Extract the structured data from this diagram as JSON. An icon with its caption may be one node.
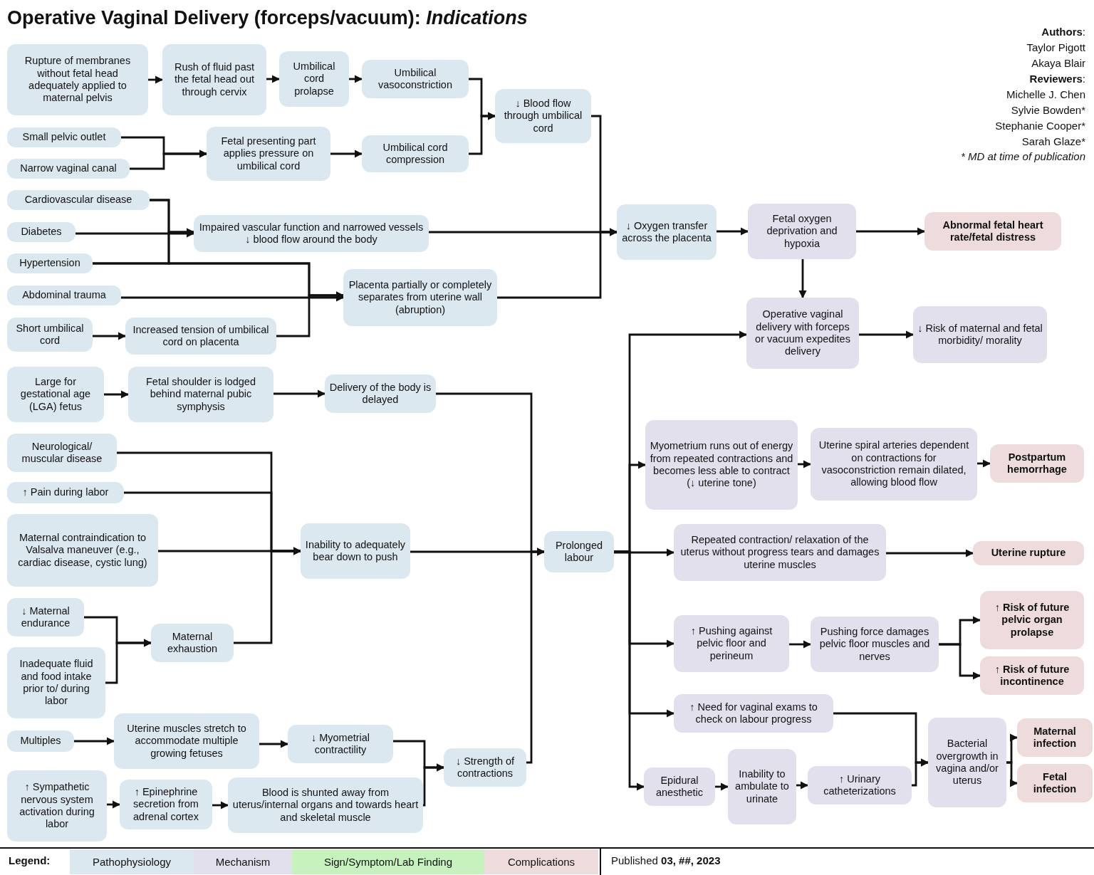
{
  "diagram": {
    "title": "Operative Vaginal Delivery (forceps/vacuum): *Indications*",
    "nodes": [
      {
        "text": [
          "Rupture of membranes without fetal head adequately applied to maternal pelvis"
        ]
      },
      {
        "text": [
          "Rush of fluid past the fetal head out through cervix"
        ]
      },
      {
        "text": [
          "Umbilical cord prolapse"
        ]
      },
      {
        "text": [
          "Umbilical vasoconstriction"
        ]
      },
      {
        "text": [
          "Small pelvic outlet"
        ]
      },
      {
        "text": [
          "Narrow vaginal canal"
        ]
      },
      {
        "text": [
          "Fetal presenting part applies pressure on umbilical cord"
        ]
      },
      {
        "text": [
          "Umbilical cord compression"
        ]
      },
      {
        "text": [
          "↓ Blood flow through umbilical cord"
        ]
      },
      {
        "text": [
          "Cardiovascular disease"
        ]
      },
      {
        "text": [
          "Diabetes"
        ]
      },
      {
        "text": [
          "Hypertension"
        ]
      },
      {
        "text": [
          "Abdominal trauma"
        ]
      },
      {
        "text": [
          "Short umbilical cord"
        ]
      },
      {
        "text": [
          "Increased tension of umbilical cord on placenta"
        ]
      },
      {
        "text": [
          "Impaired vascular function and narrowed vessels ↓ blood flow around the body"
        ]
      },
      {
        "text": [
          "Placenta partially or completely separates from uterine wall (abruption)"
        ]
      },
      {
        "text": [
          "↓ Oxygen transfer across the placenta"
        ]
      },
      {
        "text": [
          "Fetal oxygen deprivation and hypoxia"
        ]
      },
      {
        "text": [
          "Abnormal fetal heart rate/fetal distress"
        ]
      },
      {
        "text": [
          "Operative vaginal delivery with forceps or vacuum expedites delivery"
        ]
      },
      {
        "text": [
          "↓ Risk of maternal and fetal morbidity/ morality"
        ]
      },
      {
        "text": [
          "Large for gestational age (LGA) fetus"
        ]
      },
      {
        "text": [
          "Fetal shoulder is lodged behind maternal pubic symphysis"
        ]
      },
      {
        "text": [
          "Delivery of the body is delayed"
        ]
      },
      {
        "text": [
          "Neurological/ muscular disease"
        ]
      },
      {
        "text": [
          "↑ Pain during labor"
        ]
      },
      {
        "text": [
          "Maternal contraindication to Valsalva maneuver (e.g., cardiac disease, cystic lung)"
        ]
      },
      {
        "text": [
          "Inability to adequately bear down to push"
        ]
      },
      {
        "text": [
          "Prolonged labour"
        ]
      },
      {
        "text": [
          "↓ Maternal endurance"
        ]
      },
      {
        "text": [
          "Inadequate fluid and food intake prior to/ during labor"
        ]
      },
      {
        "text": [
          "Maternal exhaustion"
        ]
      },
      {
        "text": [
          "Multiples"
        ]
      },
      {
        "text": [
          "Uterine muscles stretch to accommodate multiple growing fetuses"
        ]
      },
      {
        "text": [
          "↓ Myometrial contractility"
        ]
      },
      {
        "text": [
          "↑ Sympathetic nervous system activation during labor"
        ]
      },
      {
        "text": [
          "↑ Epinephrine secretion from adrenal cortex"
        ]
      },
      {
        "text": [
          "Blood is shunted away from uterus/internal organs and towards heart and skeletal muscle"
        ]
      },
      {
        "text": [
          "↓ Strength of contractions"
        ]
      },
      {
        "text": [
          "Myometrium runs out of energy from repeated contractions and becomes less able to contract (↓ uterine tone)"
        ]
      },
      {
        "text": [
          "Uterine spiral arteries dependent on contractions for vasoconstriction remain dilated, allowing blood flow"
        ]
      },
      {
        "text": [
          "Postpartum hemorrhage"
        ]
      },
      {
        "text": [
          "Repeated contraction/ relaxation of the uterus without progress tears and damages uterine muscles"
        ]
      },
      {
        "text": [
          "Uterine rupture"
        ]
      },
      {
        "text": [
          "↑ Pushing against pelvic floor and perineum"
        ]
      },
      {
        "text": [
          "Pushing force damages pelvic floor muscles and nerves"
        ]
      },
      {
        "text": [
          "↑ Risk of future pelvic organ prolapse"
        ]
      },
      {
        "text": [
          "↑ Risk of future incontinence"
        ]
      },
      {
        "text": [
          "↑ Need for vaginal exams to check on labour progress"
        ]
      },
      {
        "text": [
          "Epidural anesthetic"
        ]
      },
      {
        "text": [
          "Inability to ambulate to urinate"
        ]
      },
      {
        "text": [
          "↑ Urinary catheterizations"
        ]
      },
      {
        "text": [
          "Bacterial overgrowth in vagina and/or uterus"
        ]
      },
      {
        "text": [
          "Maternal infection"
        ]
      },
      {
        "text": [
          "Fetal infection"
        ]
      }
    ],
    "edges": [
      {
        "from": 0,
        "to": 1,
        "arrow": "to"
      },
      {
        "from": 1,
        "to": 2,
        "arrow": "to"
      },
      {
        "from": 2,
        "to": 3,
        "arrow": "to"
      },
      {
        "from": 3,
        "to": 8,
        "arrow": "to"
      },
      {
        "from": 7,
        "to": 8,
        "arrow": "to"
      },
      {
        "from": 4,
        "to": 6,
        "arrow": "to"
      },
      {
        "from": 5,
        "to": 6,
        "arrow": "to"
      },
      {
        "from": 6,
        "to": 7,
        "arrow": "to"
      },
      {
        "from": 9,
        "to": 15,
        "arrow": "to"
      },
      {
        "from": 9,
        "to": 16,
        "arrow": "to"
      },
      {
        "from": 10,
        "to": 15,
        "arrow": "to"
      },
      {
        "from": 11,
        "to": 15,
        "arrow": "to"
      },
      {
        "from": 11,
        "to": 16,
        "arrow": "to"
      },
      {
        "from": 12,
        "to": 16,
        "arrow": "to"
      },
      {
        "from": 13,
        "to": 14,
        "arrow": "to"
      },
      {
        "from": 14,
        "to": 16,
        "arrow": "to"
      },
      {
        "from": 8,
        "to": 17,
        "arrow": "to"
      },
      {
        "from": 15,
        "to": 17,
        "arrow": "to"
      },
      {
        "from": 16,
        "to": 17,
        "arrow": "to"
      },
      {
        "from": 17,
        "to": 18,
        "arrow": "to"
      },
      {
        "from": 18,
        "to": 19,
        "arrow": "to"
      },
      {
        "from": 18,
        "to": 20,
        "arrow": "to"
      },
      {
        "from": 20,
        "to": 21,
        "arrow": "to"
      },
      {
        "from": 22,
        "to": 23,
        "arrow": "to"
      },
      {
        "from": 23,
        "to": 24,
        "arrow": "to"
      },
      {
        "from": 24,
        "to": 29,
        "arrow": "to"
      },
      {
        "from": 25,
        "to": 28,
        "arrow": "to"
      },
      {
        "from": 26,
        "to": 28,
        "arrow": "to"
      },
      {
        "from": 27,
        "to": 28,
        "arrow": "to"
      },
      {
        "from": 32,
        "to": 28,
        "arrow": "to"
      },
      {
        "from": 30,
        "to": 32,
        "arrow": "to"
      },
      {
        "from": 31,
        "to": 32,
        "arrow": "to"
      },
      {
        "from": 28,
        "to": 29,
        "arrow": "to"
      },
      {
        "from": 33,
        "to": 34,
        "arrow": "to"
      },
      {
        "from": 34,
        "to": 35,
        "arrow": "to"
      },
      {
        "from": 35,
        "to": 39,
        "arrow": "to"
      },
      {
        "from": 36,
        "to": 37,
        "arrow": "to"
      },
      {
        "from": 37,
        "to": 38,
        "arrow": "to"
      },
      {
        "from": 38,
        "to": 39,
        "arrow": "to"
      },
      {
        "from": 39,
        "to": 29,
        "arrow": "to"
      },
      {
        "from": 29,
        "to": 20,
        "arrow": "to"
      },
      {
        "from": 29,
        "to": 40,
        "arrow": "to"
      },
      {
        "from": 29,
        "to": 43,
        "arrow": "to"
      },
      {
        "from": 29,
        "to": 45,
        "arrow": "to"
      },
      {
        "from": 29,
        "to": 49,
        "arrow": "to"
      },
      {
        "from": 29,
        "to": 50,
        "arrow": "to"
      },
      {
        "from": 40,
        "to": 41,
        "arrow": "to"
      },
      {
        "from": 41,
        "to": 42,
        "arrow": "to"
      },
      {
        "from": 43,
        "to": 44,
        "arrow": "to"
      },
      {
        "from": 45,
        "to": 46,
        "arrow": "to"
      },
      {
        "from": 46,
        "to": 47,
        "arrow": "to"
      },
      {
        "from": 46,
        "to": 48,
        "arrow": "to"
      },
      {
        "from": 49,
        "to": 53,
        "arrow": "to"
      },
      {
        "from": 50,
        "to": 51,
        "arrow": "to"
      },
      {
        "from": 51,
        "to": 52,
        "arrow": "to"
      },
      {
        "from": 52,
        "to": 53,
        "arrow": "to"
      },
      {
        "from": 53,
        "to": 54,
        "arrow": "to"
      },
      {
        "from": 53,
        "to": 55,
        "arrow": "to"
      }
    ],
    "labels": [
      "**Authors**:",
      "Taylor Pigott",
      "Akaya Blair",
      "**Reviewers**:",
      "Michelle J. Chen",
      "Sylvie Bowden*",
      "Stephanie Cooper*",
      "Sarah Glaze*",
      "* MD at time of publication",
      "Legend:",
      "Published **03, ##, 2023**"
    ],
    "legend": [
      {
        "text": "Pathophysiology",
        "color": "#dce8f0"
      },
      {
        "text": "Mechanism",
        "color": "#e3e0ee"
      },
      {
        "text": "Sign/Symptom/Lab Finding",
        "color": "#c6f2bd"
      },
      {
        "text": "Complications",
        "color": "#eedcdc"
      }
    ]
  }
}
